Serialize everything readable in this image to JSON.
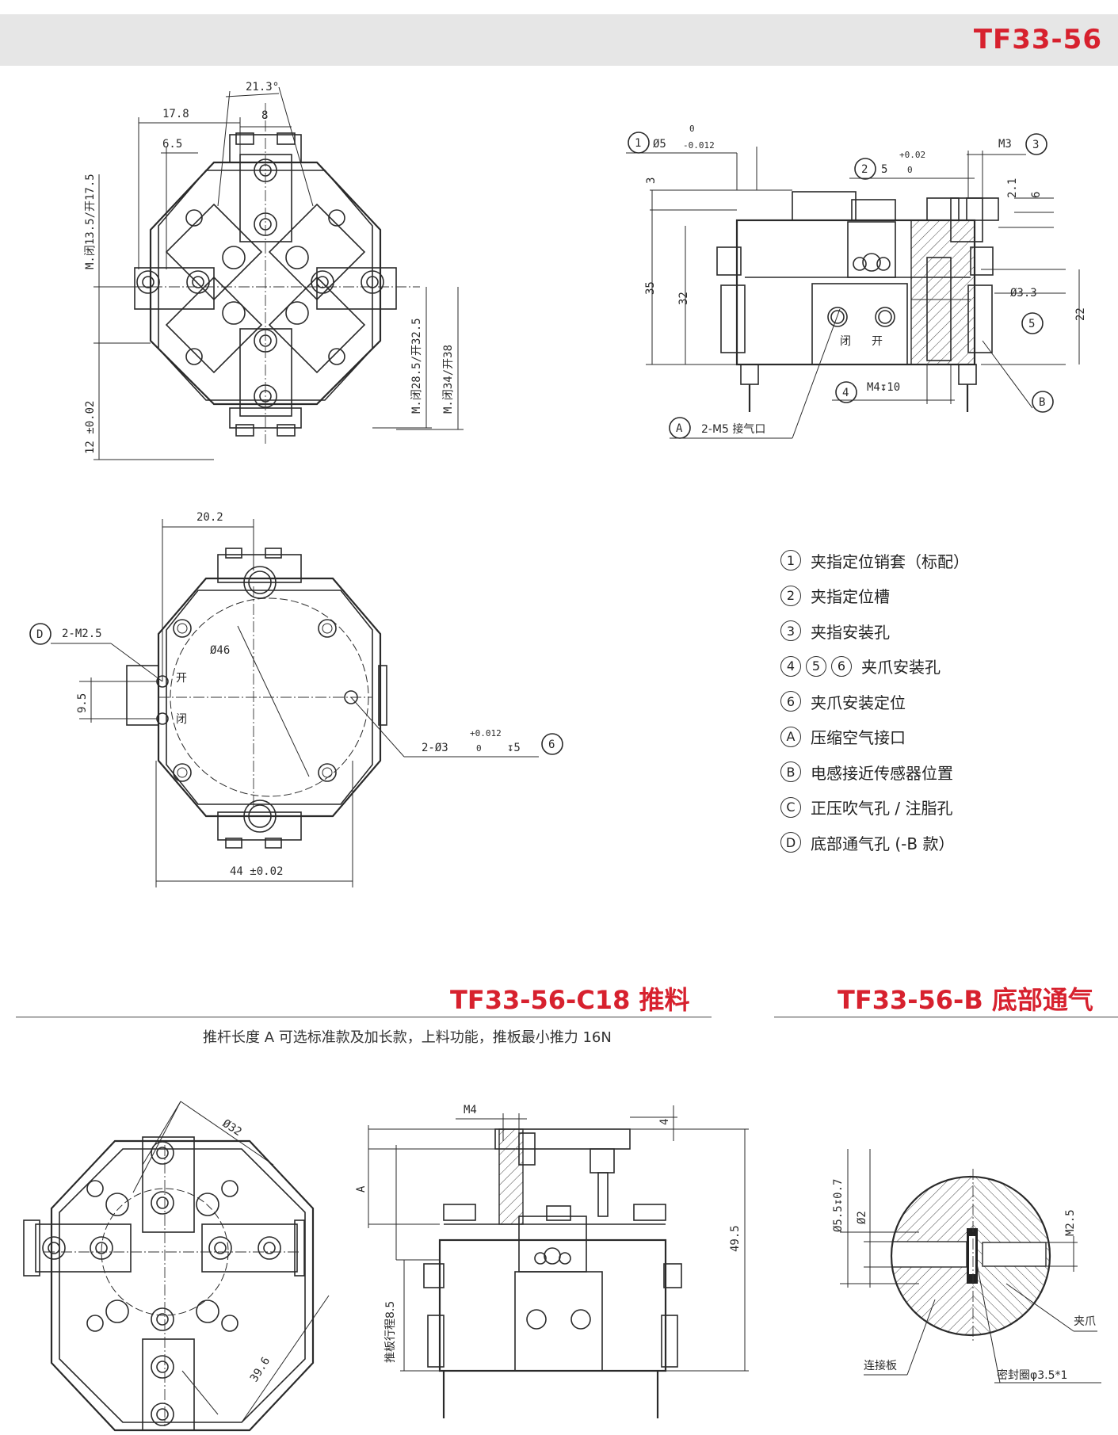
{
  "header": {
    "model": "TF33-56"
  },
  "legend": [
    {
      "marks": [
        "1"
      ],
      "text": "夹指定位销套（标配）"
    },
    {
      "marks": [
        "2"
      ],
      "text": "夹指定位槽"
    },
    {
      "marks": [
        "3"
      ],
      "text": "夹指安装孔"
    },
    {
      "marks": [
        "4",
        "5",
        "6"
      ],
      "text": "夹爪安装孔"
    },
    {
      "marks": [
        "6"
      ],
      "text": "夹爪安装定位"
    },
    {
      "marks": [
        "A"
      ],
      "text": "压缩空气接口"
    },
    {
      "marks": [
        "B"
      ],
      "text": "电感接近传感器位置"
    },
    {
      "marks": [
        "C"
      ],
      "text": "正压吹气孔 / 注脂孔"
    },
    {
      "marks": [
        "D"
      ],
      "text": "底部通气孔 (-B 款）"
    }
  ],
  "sections": {
    "c18": {
      "title": "TF33-56-C18 推料",
      "desc": "推杆长度 A 可选标准款及加长款，上料功能，推板最小推力 16N"
    },
    "b": {
      "title": "TF33-56-B 底部通气"
    }
  },
  "dims": {
    "top": {
      "d213": "21.3°",
      "d8": "8",
      "d178": "17.8",
      "d65": "6.5",
      "m135": "M.闭13.5/开17.5",
      "m285": "M.闭28.5/开32.5",
      "m34": "M.闭34/开38",
      "d12": "12 ±0.02"
    },
    "side": {
      "c1": "1",
      "phi5": "Ø5",
      "phi5_tol_top": "0",
      "phi5_tol_bot": "-0.012",
      "c2": "2",
      "d5": "5",
      "d5_tol_top": "+0.02",
      "d5_tol_bot": "0",
      "m3": "M3",
      "c3": "3",
      "d3": "3",
      "d21": "2.1",
      "d6": "6",
      "d35": "35",
      "d32": "32",
      "phi33": "Ø3.3",
      "c5": "5",
      "d22": "22",
      "bi": "闭",
      "kai": "开",
      "c4": "4",
      "m4": "M4↧10",
      "cB": "B",
      "cA": "A",
      "m5": "2-M5 接气口"
    },
    "bottom": {
      "d202": "20.2",
      "cD": "D",
      "m25": "2-M2.5",
      "phi46": "Ø46",
      "kai": "开",
      "bi": "闭",
      "d95": "9.5",
      "pin": "2-Ø3",
      "pin_tol_top": "+0.012",
      "pin_tol_bot": "0",
      "pin_depth": "↧5",
      "c6": "6",
      "d44": "44 ±0.02"
    },
    "c18top": {
      "phi32": "Ø32",
      "d396": "39.6"
    },
    "c18side": {
      "m4": "M4",
      "d4": "4",
      "dA": "A",
      "d495": "49.5",
      "stroke": "推板行程8.5"
    },
    "bsec": {
      "phi55": "Ø5.5↧0.7",
      "phi2": "Ø2",
      "m25": "M2.5",
      "claw": "夹爪",
      "plate": "连接板",
      "seal": "密封圈φ3.5*1"
    }
  }
}
